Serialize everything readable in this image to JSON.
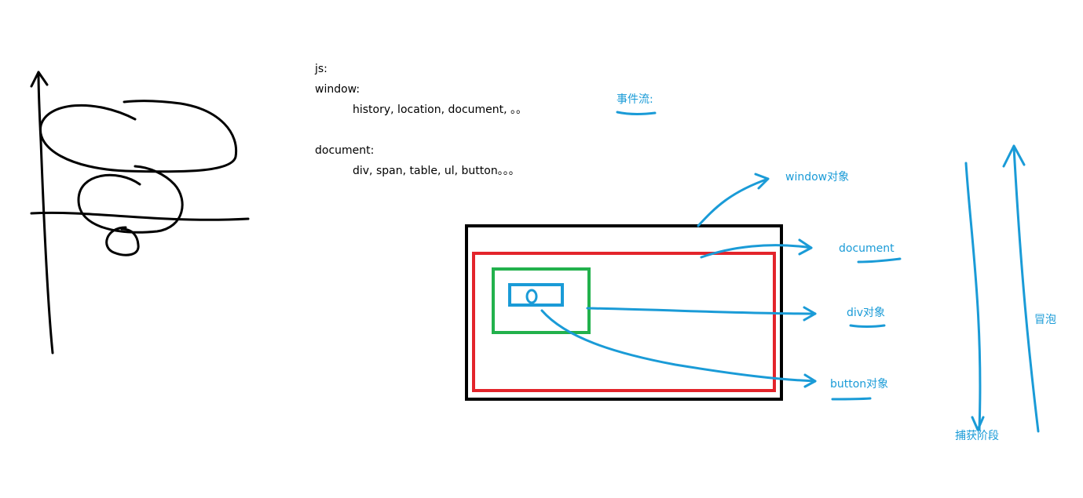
{
  "notes": {
    "js": "js:",
    "window": "window:",
    "window_members": "history, location, document, 。。",
    "document": "document:",
    "document_members": "div, span, table, ul, button。。。"
  },
  "labels": {
    "event_flow": "事件流:",
    "window_obj": "window对象",
    "document_obj": "document",
    "div_obj": "div对象",
    "button_obj": "button对象",
    "capture": "捕获阶段",
    "bubble": "冒泡"
  },
  "colors": {
    "ink": "#000000",
    "blue": "#1a9bd7",
    "red": "#e3242b",
    "green": "#22b14c"
  }
}
